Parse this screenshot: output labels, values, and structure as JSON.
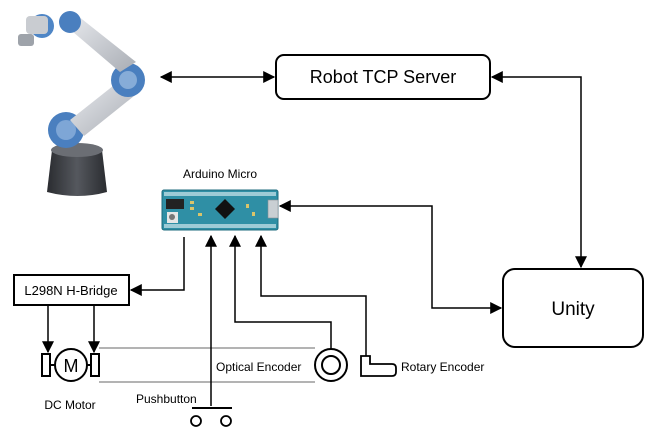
{
  "nodes": {
    "robot_tcp_server": "Robot TCP Server",
    "unity": "Unity",
    "arduino_micro": "Arduino Micro",
    "h_bridge": "L298N H-Bridge",
    "dc_motor": "DC Motor",
    "motor_symbol": "M",
    "optical_encoder": "Optical Encoder",
    "rotary_encoder": "Rotary Encoder",
    "pushbutton": "Pushbutton"
  },
  "icons": {
    "robot_arm": "robot-arm-icon",
    "arduino_board": "arduino-board-icon",
    "motor": "dc-motor-icon",
    "optical_encoder": "optical-encoder-icon",
    "rotary_encoder": "rotary-encoder-icon",
    "pushbutton": "pushbutton-icon"
  },
  "colors": {
    "board": "#2f8fa5",
    "robot_joint": "#4a7fbf",
    "robot_link": "#c9ccd1",
    "robot_base": "#3a3d42",
    "line": "#000000",
    "mechanical_link": "#9a9a9a"
  }
}
